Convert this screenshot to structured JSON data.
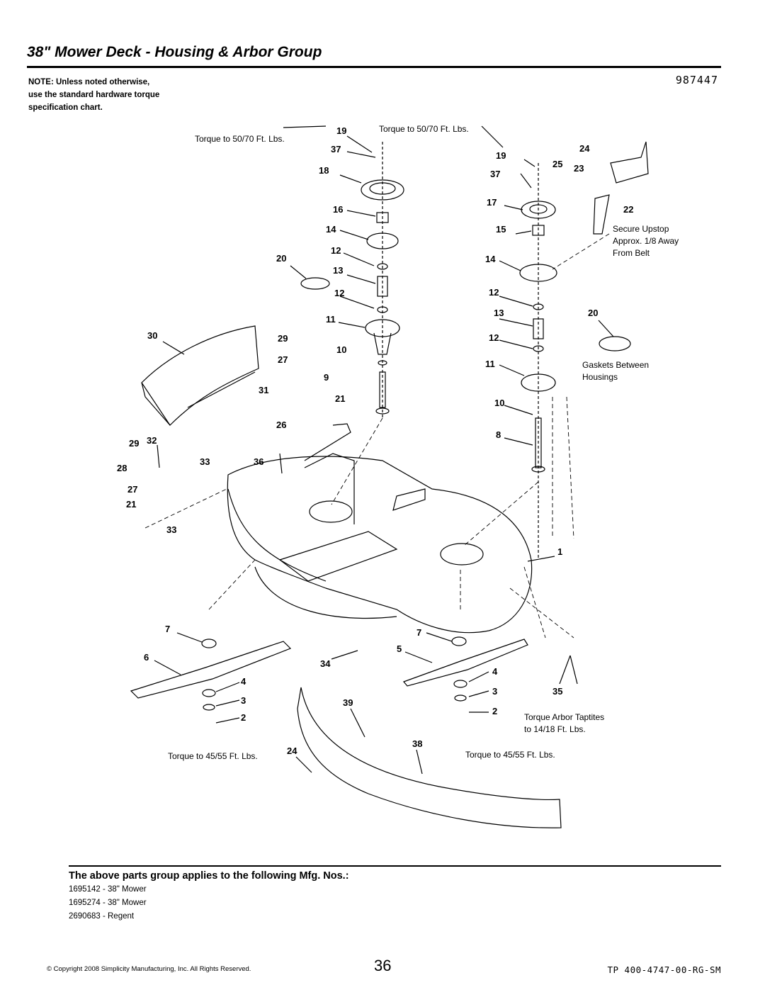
{
  "header": {
    "title": "38\" Mower Deck - Housing & Arbor Group",
    "note_lines": [
      "NOTE: Unless noted otherwise,",
      "use the standard hardware torque",
      "specification chart."
    ],
    "drawing_number": "987447"
  },
  "diagram": {
    "captions": {
      "torque_left_top": "Torque to 50/70 Ft. Lbs.",
      "torque_right_top": "Torque to 50/70 Ft. Lbs.",
      "upstop_1": "Secure Upstop",
      "upstop_2": "Approx. 1/8 Away",
      "upstop_3": "From Belt",
      "gaskets_1": "Gaskets Between",
      "gaskets_2": "Housings",
      "taptites_1": "Torque Arbor Taptites",
      "taptites_2": "to 14/18 Ft. Lbs.",
      "torque_left_bottom": "Torque to 45/55 Ft. Lbs.",
      "torque_right_bottom": "Torque to 45/55 Ft. Lbs."
    },
    "labels": {
      "l19a": "19",
      "l37a": "37",
      "l18": "18",
      "l16": "16",
      "l14a": "14",
      "l12a": "12",
      "l20a": "20",
      "l13a": "13",
      "l12b": "12",
      "l11a": "11",
      "l30": "30",
      "l29a": "29",
      "l10a": "10",
      "l27a": "27",
      "l9": "9",
      "l31": "31",
      "l21a": "21",
      "l26": "26",
      "l29b": "29",
      "l32": "32",
      "l33a": "33",
      "l36": "36",
      "l28": "28",
      "l27b": "27",
      "l21b": "21",
      "l33b": "33",
      "l19b": "19",
      "l24a": "24",
      "l25": "25",
      "l23": "23",
      "l37b": "37",
      "l17": "17",
      "l22": "22",
      "l15": "15",
      "l14b": "14",
      "l12c": "12",
      "l13b": "13",
      "l20b": "20",
      "l12d": "12",
      "l11b": "11",
      "l10b": "10",
      "l8": "8",
      "l1": "1",
      "l7a": "7",
      "l6": "6",
      "l4a": "4",
      "l3a": "3",
      "l2a": "2",
      "l34": "34",
      "l5": "5",
      "l7b": "7",
      "l4b": "4",
      "l3b": "3",
      "l35": "35",
      "l39": "39",
      "l2b": "2",
      "l38": "38",
      "l24b": "24"
    }
  },
  "applies": {
    "title": "The above parts group applies to the following Mfg. Nos.:",
    "items": [
      "1695142 - 38\" Mower",
      "1695274 - 38\" Mower",
      "2690683 - Regent"
    ]
  },
  "footer": {
    "copyright": "© Copyright 2008 Simplicity Manufacturing, Inc. All Rights Reserved.",
    "page_number": "36",
    "doc_number": "TP 400-4747-00-RG-SM"
  }
}
